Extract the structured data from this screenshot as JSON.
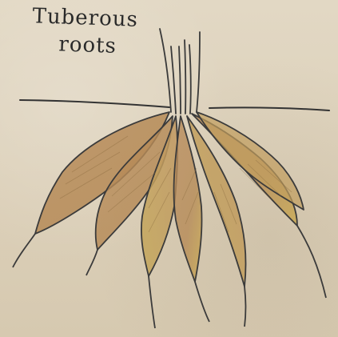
{
  "caption": {
    "line1": "Tuberous",
    "line2": "roots"
  },
  "colors": {
    "paper": "#ddd2bd",
    "pencil": "#3b3b3b",
    "root_fill": "#b98f5e",
    "root_highlight": "#c8a94a"
  },
  "illustration": {
    "subject": "tuberous-roots",
    "root_count": 7
  }
}
